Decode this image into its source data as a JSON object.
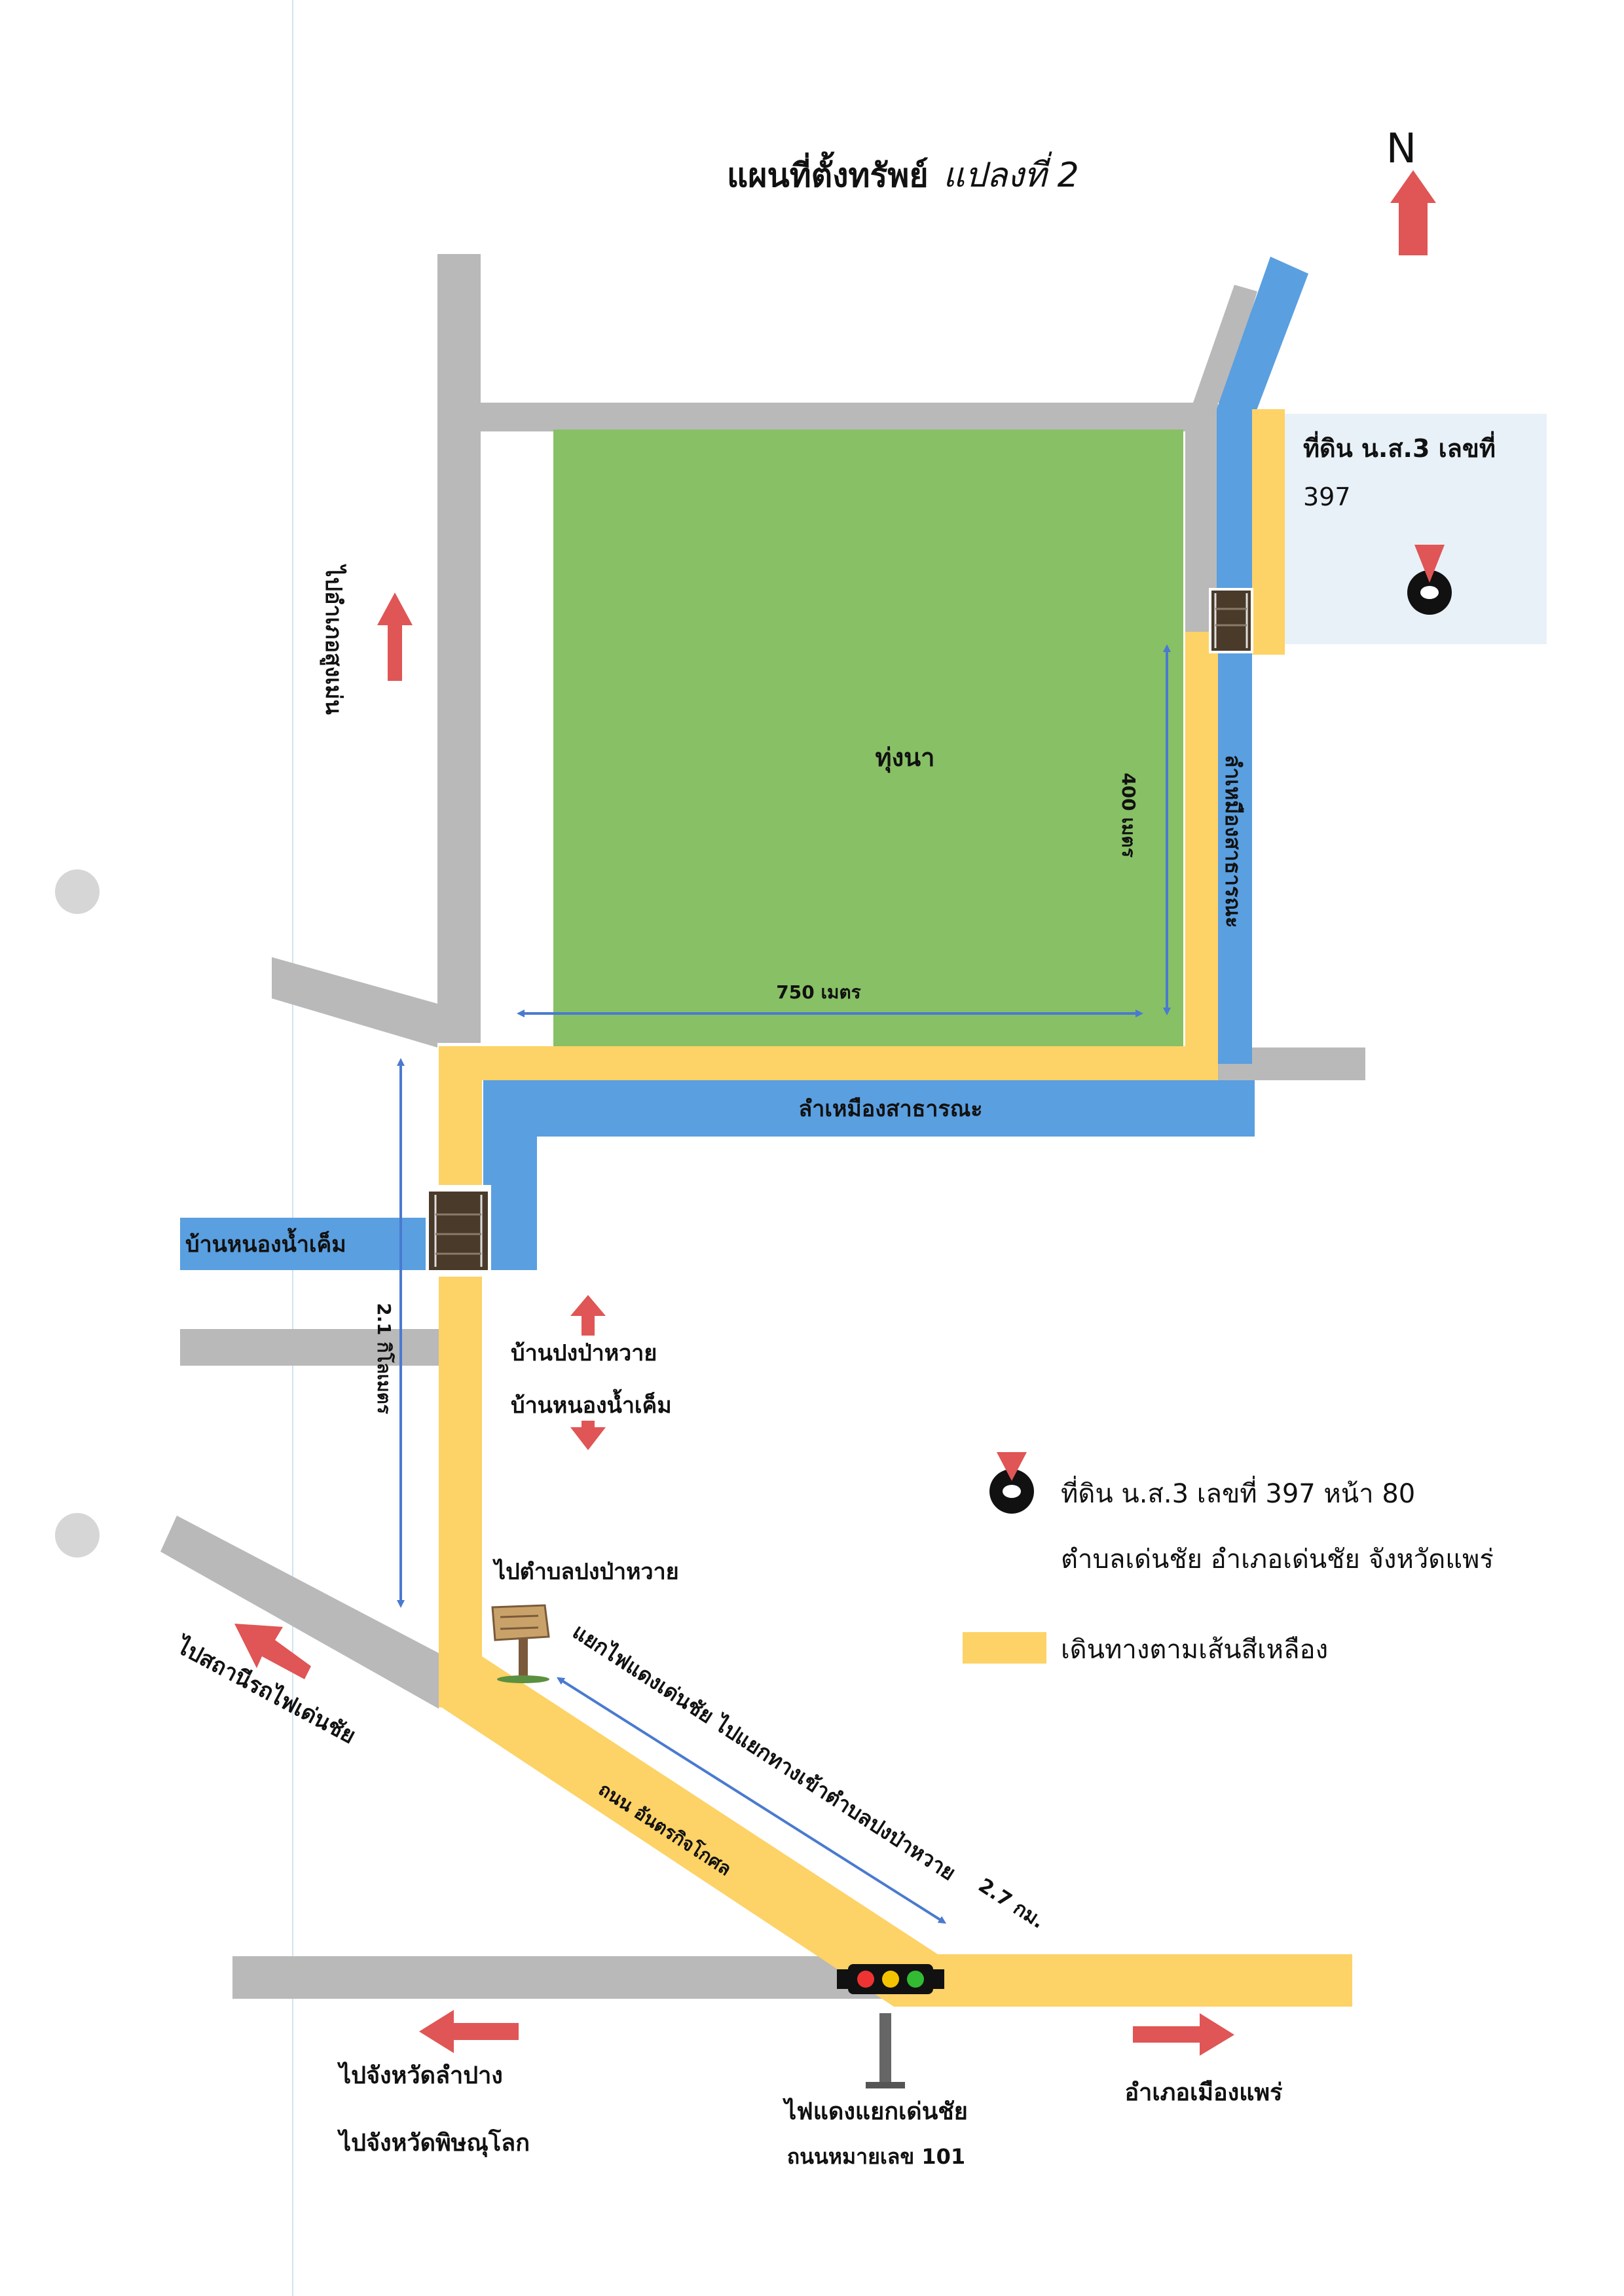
{
  "title": "แผนที่ตั้งทรัพย์",
  "title_handwritten": "แปลงที่ 2",
  "north": "N",
  "parcel_box": {
    "line1": "ที่ดิน น.ส.3 เลขที่",
    "line2": "397"
  },
  "field_label": "ทุ่งนา",
  "dim_width": "750 เมตร",
  "dim_height": "400 เมตร",
  "dim_road": "2.1 กิโลเมตร",
  "dim_diag": "2.7 กม.",
  "canal_horizontal": "ลำเหมืองสาธารณะ",
  "canal_vertical": "ลำเหมืองสาธารณะ",
  "to_sung_men": "ไปอำเภอสูงเม่น",
  "ban_nong_nam_khem_left": "บ้านหนองน้ำเค็ม",
  "ban_pong_pa_wai": "บ้านปงป่าหวาย",
  "ban_nong_nam_khem": "บ้านหนองน้ำเค็ม",
  "to_tambon_pong_pa_wai": "ไปตำบลปงป่าหวาย",
  "to_station": "ไปสถานีรถไฟเด่นชัย",
  "road_name": "ถนน อันตรกิจโกศล",
  "diag_instruction": "แยกไฟแดงเด่นชัย ไปแยกทางเข้าตำบลปงป่าหวาย",
  "to_lampang": "ไปจังหวัดลำปาง",
  "to_phitsanulok": "ไปจังหวัดพิษณุโลก",
  "traffic_light_label": "ไฟแดงแยกเด่นชัย",
  "highway_label": "ถนนหมายเลข 101",
  "to_mueang_phrae": "อำเภอเมืองแพร่",
  "legend": {
    "marker_line1": "ที่ดิน น.ส.3 เลขที่ 397 หน้า 80",
    "marker_line2": "ตำบลเด่นชัย อำเภอเด่นชัย จังหวัดแพร่",
    "yellow_line": "เดินทางตามเส้นสีเหลือง"
  },
  "colors": {
    "road_gray": "#b9b9b9",
    "path_yellow": "#fdd266",
    "canal_blue": "#5a9fe0",
    "field_green": "#88c065",
    "arrow_red": "#e05555",
    "parcel_bg": "#e9f1f8",
    "dim_blue": "#4a7ad0"
  }
}
